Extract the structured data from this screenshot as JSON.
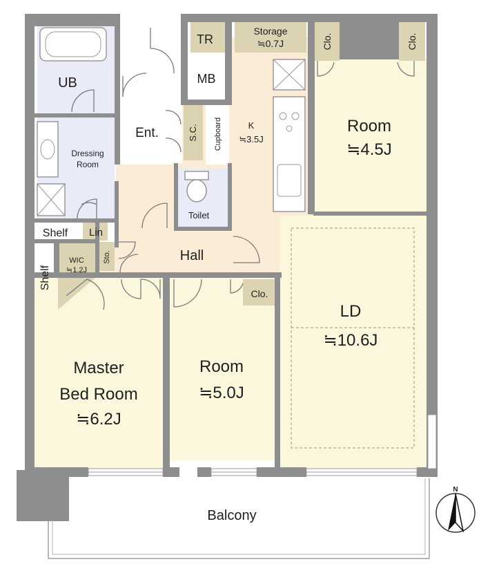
{
  "rooms": {
    "tr": "TR",
    "mb": "MB",
    "storage_name": "Storage",
    "storage_size": "≒0.7J",
    "clo_a": "Clo.",
    "clo_b": "Clo.",
    "clo_c": "Clo.",
    "ub": "UB",
    "dressing_1": "Dressing",
    "dressing_2": "Room",
    "entrance": "Ent.",
    "shoe_cabinet": "S.C.",
    "cupboard": "Cupboard",
    "kitchen_name": "K",
    "kitchen_size": "≒3.5J",
    "room_north_name": "Room",
    "room_north_size": "≒4.5J",
    "toilet": "Toilet",
    "shelf_top": "Shelf",
    "linen": "Lin",
    "shelf_side": "Shelf",
    "wic_name": "WIC",
    "wic_size": "≒1.2J",
    "storage_small": "Sto.",
    "hall": "Hall",
    "ld_name": "LD",
    "ld_size": "≒10.6J",
    "master_1": "Master",
    "master_2": "Bed Room",
    "master_size": "≒6.2J",
    "room_middle_name": "Room",
    "room_middle_size": "≒5.0J",
    "balcony": "Balcony"
  },
  "compass": {
    "north_label": "N"
  },
  "colors": {
    "room_fill": "#fbf7dd",
    "wet_fill": "#e9ecf8",
    "hall_fill": "#fbecd8",
    "storage_fill": "#dbd3b2",
    "wall": "#8e8e8e"
  }
}
